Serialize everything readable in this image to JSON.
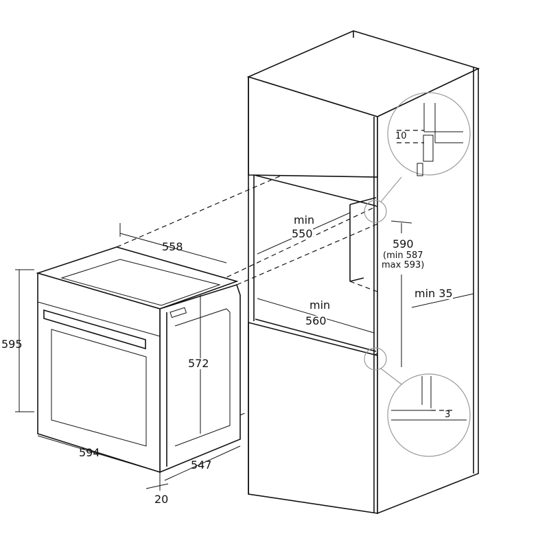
{
  "oven": {
    "depth_top": "558",
    "height": "595",
    "inner_height": "572",
    "width": "594",
    "depth": "547",
    "front_thickness": "20"
  },
  "cabinet": {
    "min_depth": {
      "prefix": "min",
      "value": "550"
    },
    "min_width": {
      "prefix": "min",
      "value": "560"
    },
    "niche_height": "590",
    "niche_height_range_1": "(min 587",
    "niche_height_range_2": "max 593)",
    "ventilation": "min 35",
    "detail_top_gap": "10",
    "detail_bottom_gap": "3"
  }
}
